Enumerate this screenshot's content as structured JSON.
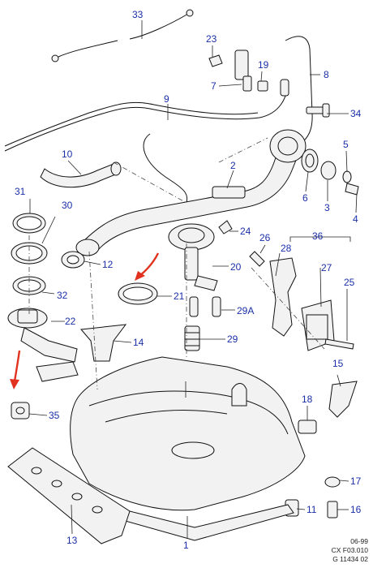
{
  "diagram": {
    "callouts": [
      "33",
      "23",
      "19",
      "7",
      "8",
      "9",
      "34",
      "10",
      "2",
      "5",
      "6",
      "3",
      "4",
      "31",
      "30",
      "24",
      "26",
      "36",
      "28",
      "27",
      "12",
      "20",
      "21",
      "25",
      "32",
      "22",
      "29A",
      "29",
      "14",
      "15",
      "18",
      "35",
      "17",
      "11",
      "16",
      "13",
      "1"
    ]
  },
  "footer": {
    "date": "06-99",
    "code": "CX F03.010",
    "ref": "G 11434 02"
  },
  "colors": {
    "callout": "#1a2fa8",
    "arrow": "#e0321e",
    "line": "#111111"
  }
}
